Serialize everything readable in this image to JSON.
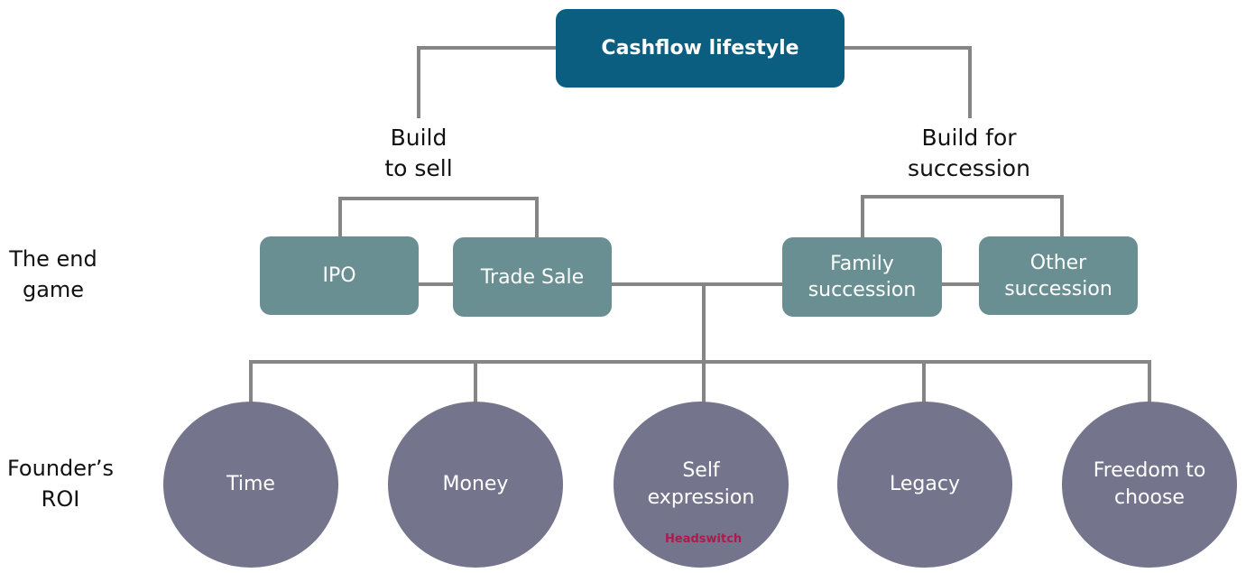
{
  "root": {
    "label": "Cashflow lifestyle",
    "color": "#0b5e80"
  },
  "branches": [
    {
      "label": "Build\nto sell"
    },
    {
      "label": "Build for\nsuccession"
    }
  ],
  "rows": [
    {
      "label": "The end\ngame"
    },
    {
      "label": "Founder’s\nROI"
    }
  ],
  "end_game": {
    "color": "#6a8f93",
    "items": [
      {
        "label": "IPO",
        "branch": "Build to sell"
      },
      {
        "label": "Trade Sale",
        "branch": "Build to sell"
      },
      {
        "label": "Family\nsuccession",
        "branch": "Build for succession"
      },
      {
        "label": "Other\nsuccession",
        "branch": "Build for succession"
      }
    ]
  },
  "founders_roi": {
    "color": "#74748c",
    "items": [
      {
        "label": "Time"
      },
      {
        "label": "Money"
      },
      {
        "label": "Self\nexpression"
      },
      {
        "label": "Legacy"
      },
      {
        "label": "Freedom to\nchoose"
      }
    ]
  },
  "watermark": {
    "text": "Headswitch",
    "color": "#b0194d"
  },
  "connector_color": "#858585"
}
